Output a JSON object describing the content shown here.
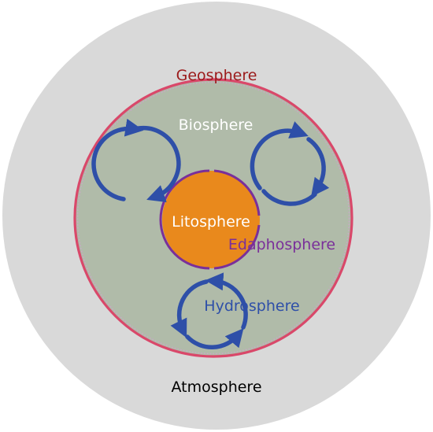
{
  "labels": {
    "geosphere": "Geosphere",
    "biosphere": "Biosphere",
    "litosphere": "Litosphere",
    "edaphosphere": "Edaphosphere",
    "hydrosphere": "Hydrosphere",
    "atmosphere": "Atmosphere"
  },
  "colors": {
    "atmosphere_fill": "#d9d9d9",
    "geosphere_border": "#d9486a",
    "geosphere_dots": "#c8b0c8",
    "biosphere_fill": "#b0bba9",
    "litosphere_fill": "#e9891c",
    "edaphosphere_ring": "#7a2f9a",
    "cycle_arrows": "#2e4fa8",
    "geosphere_text": "#9b1b1b",
    "biosphere_text": "#ffffff",
    "litosphere_text": "#ffffff",
    "edaphosphere_text": "#7a2f9a",
    "hydrosphere_text": "#2e4fa8",
    "atmosphere_text": "#000000"
  }
}
